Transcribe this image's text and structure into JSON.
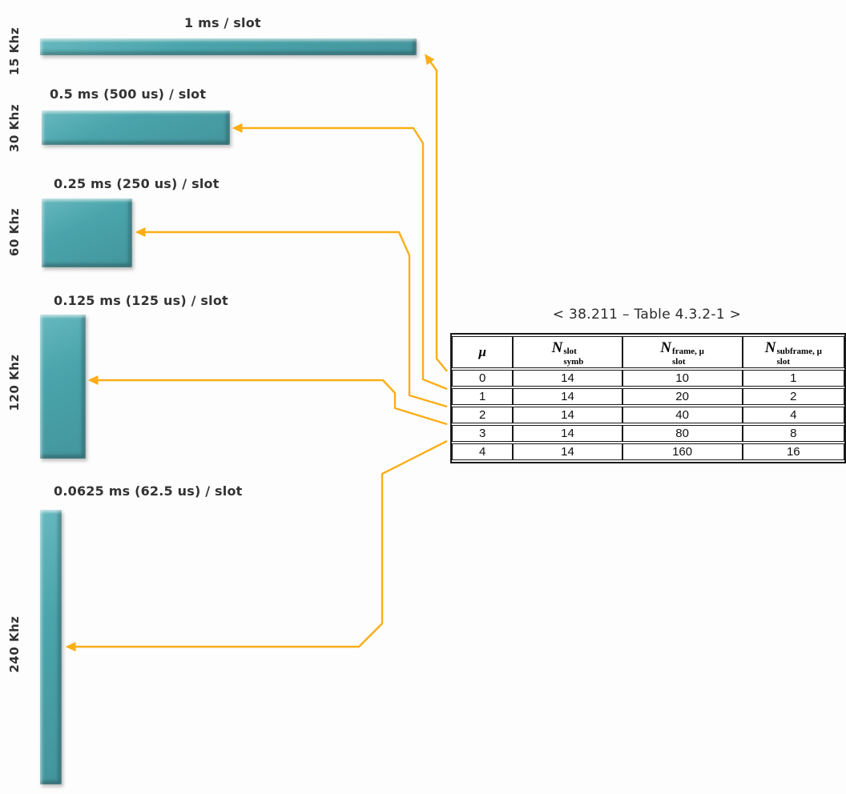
{
  "page": {
    "background": "#fdfdfd"
  },
  "colors": {
    "bar-fill": "#4AA4AB",
    "bar-light": "#7EC6CA",
    "bar-dark": "#2F7078",
    "arrow": "#FBAE17",
    "text": "#333333",
    "table-border": "#1a1a1a",
    "title-text": "#2b2b2b"
  },
  "bars": [
    {
      "id": "15khz",
      "freq_label": "15 Khz",
      "slot_label": "1 ms / slot"
    },
    {
      "id": "30khz",
      "freq_label": "30 Khz",
      "slot_label": "0.5 ms (500 us) / slot"
    },
    {
      "id": "60khz",
      "freq_label": "60 Khz",
      "slot_label": "0.25 ms (250 us) / slot"
    },
    {
      "id": "120khz",
      "freq_label": "120 Khz",
      "slot_label": "0.125 ms (125 us) / slot"
    },
    {
      "id": "240khz",
      "freq_label": "240 Khz",
      "slot_label": "0.0625 ms (62.5 us) / slot"
    }
  ],
  "table": {
    "title": "< 38.211 – Table 4.3.2-1 >",
    "columns": [
      {
        "symbol": "μ",
        "sup": "",
        "sub": ""
      },
      {
        "symbol": "N",
        "sup": "slot",
        "sub": "symb"
      },
      {
        "symbol": "N",
        "sup": "frame, μ",
        "sub": "slot"
      },
      {
        "symbol": "N",
        "sup": "subframe, μ",
        "sub": "slot"
      }
    ],
    "rows": [
      [
        "0",
        "14",
        "10",
        "1"
      ],
      [
        "1",
        "14",
        "20",
        "2"
      ],
      [
        "2",
        "14",
        "40",
        "4"
      ],
      [
        "3",
        "14",
        "80",
        "8"
      ],
      [
        "4",
        "14",
        "160",
        "16"
      ]
    ]
  }
}
